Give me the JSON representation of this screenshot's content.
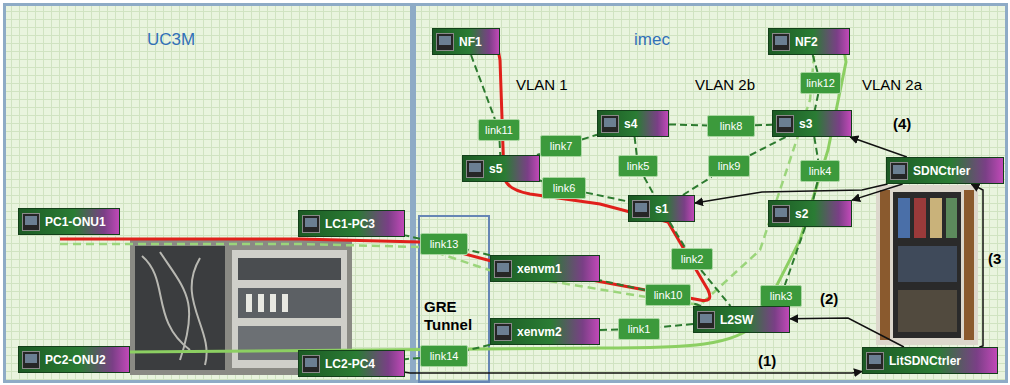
{
  "diagram": {
    "nodes": [
      {
        "text": [
          "UC3M"
        ]
      },
      {
        "text": [
          "imec"
        ]
      },
      {
        "text": [
          "NF1"
        ],
        "in": 1
      },
      {
        "text": [
          "NF2"
        ],
        "in": 1
      },
      {
        "text": [
          "link11"
        ],
        "in": 1
      },
      {
        "text": [
          "link12"
        ],
        "in": 1
      },
      {
        "text": [
          "s4"
        ],
        "in": 1
      },
      {
        "text": [
          "link8"
        ],
        "in": 1
      },
      {
        "text": [
          "s3"
        ],
        "in": 1
      },
      {
        "text": [
          "link7"
        ],
        "in": 1
      },
      {
        "text": [
          "s5"
        ],
        "in": 1
      },
      {
        "text": [
          "link5"
        ],
        "in": 1
      },
      {
        "text": [
          "link9"
        ],
        "in": 1
      },
      {
        "text": [
          "link4"
        ],
        "in": 1
      },
      {
        "text": [
          "SDNCtrler"
        ],
        "in": 1
      },
      {
        "text": [
          "link6"
        ],
        "in": 1
      },
      {
        "text": [
          "s1"
        ],
        "in": 1
      },
      {
        "text": [
          "s2"
        ],
        "in": 1
      },
      {
        "text": [
          "PC1-ONU1"
        ],
        "in": 0
      },
      {
        "text": [
          "LC1-PC3"
        ],
        "in": 0
      },
      {
        "text": [
          "GRE Tunnel"
        ],
        "in": 1
      },
      {
        "text": [
          "link13"
        ],
        "in": 20
      },
      {
        "text": [
          "xenvm1"
        ],
        "in": 1
      },
      {
        "text": [
          "link2"
        ],
        "in": 1
      },
      {
        "text": [
          "link10"
        ],
        "in": 1
      },
      {
        "text": [
          "link3"
        ],
        "in": 1
      },
      {
        "text": [
          "L2SW"
        ],
        "in": 1
      },
      {
        "text": [
          "xenvm2"
        ],
        "in": 1
      },
      {
        "text": [
          "link1"
        ],
        "in": 1
      },
      {
        "text": [
          "link14"
        ],
        "in": 20
      },
      {
        "text": [
          "PC2-ONU2"
        ],
        "in": 0
      },
      {
        "text": [
          "LC2-PC4"
        ],
        "in": 0
      },
      {
        "text": [
          "LitSDNCtrler"
        ],
        "in": 1
      }
    ],
    "edges": [
      {
        "from": 2,
        "to": 4,
        "arrow": "none"
      },
      {
        "from": 4,
        "to": 10,
        "arrow": "none"
      },
      {
        "from": 3,
        "to": 5,
        "arrow": "none"
      },
      {
        "from": 5,
        "to": 8,
        "arrow": "none"
      },
      {
        "from": 10,
        "to": 9,
        "arrow": "none"
      },
      {
        "from": 9,
        "to": 6,
        "arrow": "none"
      },
      {
        "from": 6,
        "to": 7,
        "arrow": "none"
      },
      {
        "from": 7,
        "to": 8,
        "arrow": "none"
      },
      {
        "from": 6,
        "to": 11,
        "arrow": "none"
      },
      {
        "from": 11,
        "to": 16,
        "arrow": "none"
      },
      {
        "from": 10,
        "to": 15,
        "arrow": "none"
      },
      {
        "from": 15,
        "to": 16,
        "arrow": "none"
      },
      {
        "from": 16,
        "to": 12,
        "arrow": "none"
      },
      {
        "from": 12,
        "to": 8,
        "arrow": "none"
      },
      {
        "from": 8,
        "to": 13,
        "arrow": "none"
      },
      {
        "from": 13,
        "to": 17,
        "arrow": "none"
      },
      {
        "from": 16,
        "to": 23,
        "arrow": "none"
      },
      {
        "from": 23,
        "to": 26,
        "arrow": "none"
      },
      {
        "from": 17,
        "to": 25,
        "arrow": "none"
      },
      {
        "from": 25,
        "to": 26,
        "arrow": "none"
      },
      {
        "from": 26,
        "to": 24,
        "arrow": "none"
      },
      {
        "from": 24,
        "to": 22,
        "arrow": "none"
      },
      {
        "from": 26,
        "to": 28,
        "arrow": "none"
      },
      {
        "from": 28,
        "to": 27,
        "arrow": "none"
      },
      {
        "from": 22,
        "to": 21,
        "arrow": "none"
      },
      {
        "from": 21,
        "to": 19,
        "arrow": "none"
      },
      {
        "from": 27,
        "to": 29,
        "arrow": "none"
      },
      {
        "from": 29,
        "to": 31,
        "arrow": "none"
      },
      {
        "from": 31,
        "to": 32,
        "arrow": "to",
        "label": "(1)"
      },
      {
        "from": 32,
        "to": 26,
        "arrow": "to",
        "label": "(2)"
      },
      {
        "from": 32,
        "to": 14,
        "arrow": "to",
        "label": "(3"
      },
      {
        "from": 14,
        "to": 8,
        "arrow": "to"
      },
      {
        "from": 14,
        "to": 16,
        "arrow": "to"
      },
      {
        "from": 14,
        "to": 17,
        "arrow": "to"
      }
    ],
    "labels": [
      "VLAN 1",
      "VLAN 2b",
      "VLAN 2a",
      "(4)"
    ]
  }
}
